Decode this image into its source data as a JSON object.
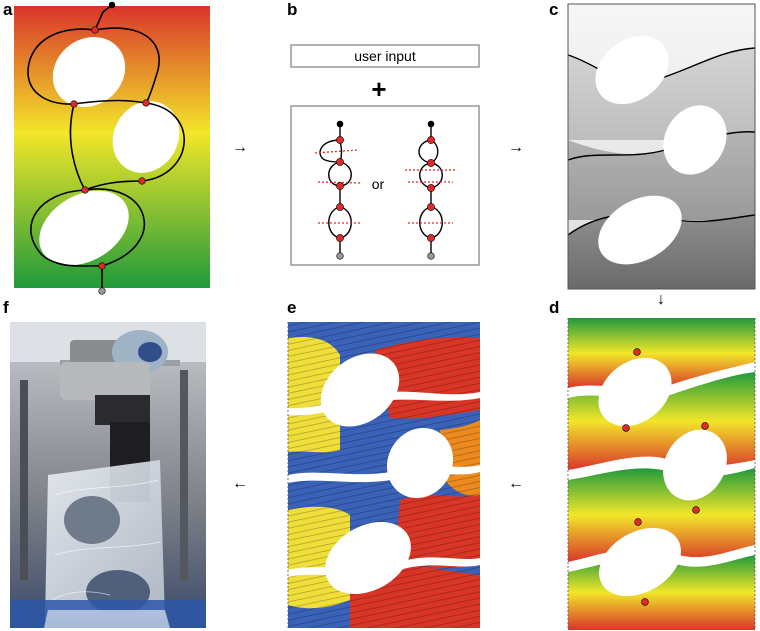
{
  "panel_labels": {
    "a": "a",
    "b": "b",
    "c": "c",
    "d": "d",
    "e": "e",
    "f": "f"
  },
  "arrows": {
    "a_to_b": "→",
    "b_to_c": "→",
    "c_to_d": "↓",
    "d_to_e": "←",
    "e_to_f": "←"
  },
  "panel_b": {
    "user_input_label": "user input",
    "plus_sign": "+",
    "or_label": "or"
  },
  "colors": {
    "gradient_top": "#d9352a",
    "gradient_mid": "#f2e62a",
    "gradient_bottom": "#1f9a3a",
    "node_red": "#e02a2a",
    "node_black": "#000000",
    "node_gray": "#999999",
    "strip_blue": "#3a62b8",
    "strip_red": "#d93526",
    "strip_yellow": "#f0df3a",
    "strip_orange": "#ec8a1e"
  }
}
